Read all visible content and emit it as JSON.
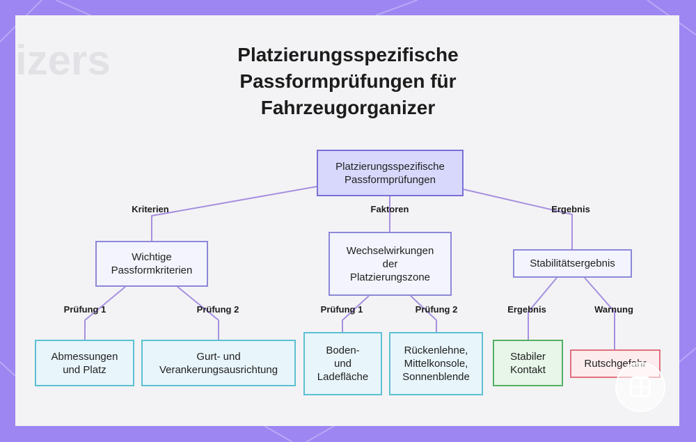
{
  "title": [
    "Platzierungsspezifische",
    "Passformprüfungen für",
    "Fahrzeugorganizer"
  ],
  "background_watermark": "izers",
  "colors": {
    "frame": "#9d86f2",
    "root_fill": "#d7d8fb",
    "mid_fill": "#f3f4fd",
    "leaf_border": "#5cc0d2",
    "ok_border": "#54b063",
    "warn_border": "#e0707e",
    "connector": "#a68fe0"
  },
  "nodes": {
    "root": {
      "lines": [
        "Platzierungsspezifische",
        "Passformprüfungen"
      ]
    },
    "criteria": {
      "lines": [
        "Wichtige",
        "Passformkriterien"
      ]
    },
    "zone": {
      "lines": [
        "Wechselwirkungen",
        "der",
        "Platzierungszone"
      ]
    },
    "stability": {
      "lines": [
        "Stabilitätsergebnis"
      ]
    },
    "dimensions": {
      "lines": [
        "Abmessungen",
        "und Platz"
      ]
    },
    "belt": {
      "lines": [
        "Gurt- und",
        "Verankerungsausrichtung"
      ]
    },
    "floor": {
      "lines": [
        "Boden-",
        "und",
        "Ladefläche"
      ]
    },
    "backrest": {
      "lines": [
        "Rückenlehne,",
        "Mittelkonsole,",
        "Sonnenblende"
      ]
    },
    "stable": {
      "lines": [
        "Stabiler",
        "Kontakt"
      ]
    },
    "slip": {
      "lines": [
        "Rutschgefahr"
      ]
    }
  },
  "edges": {
    "root_criteria": "Kriterien",
    "root_zone": "Faktoren",
    "root_stability": "Ergebnis",
    "criteria_dimensions": "Prüfung 1",
    "criteria_belt": "Prüfung 2",
    "zone_floor": "Prüfung 1",
    "zone_backrest": "Prüfung 2",
    "stability_stable": "Ergebnis",
    "stability_slip": "Warnung"
  }
}
